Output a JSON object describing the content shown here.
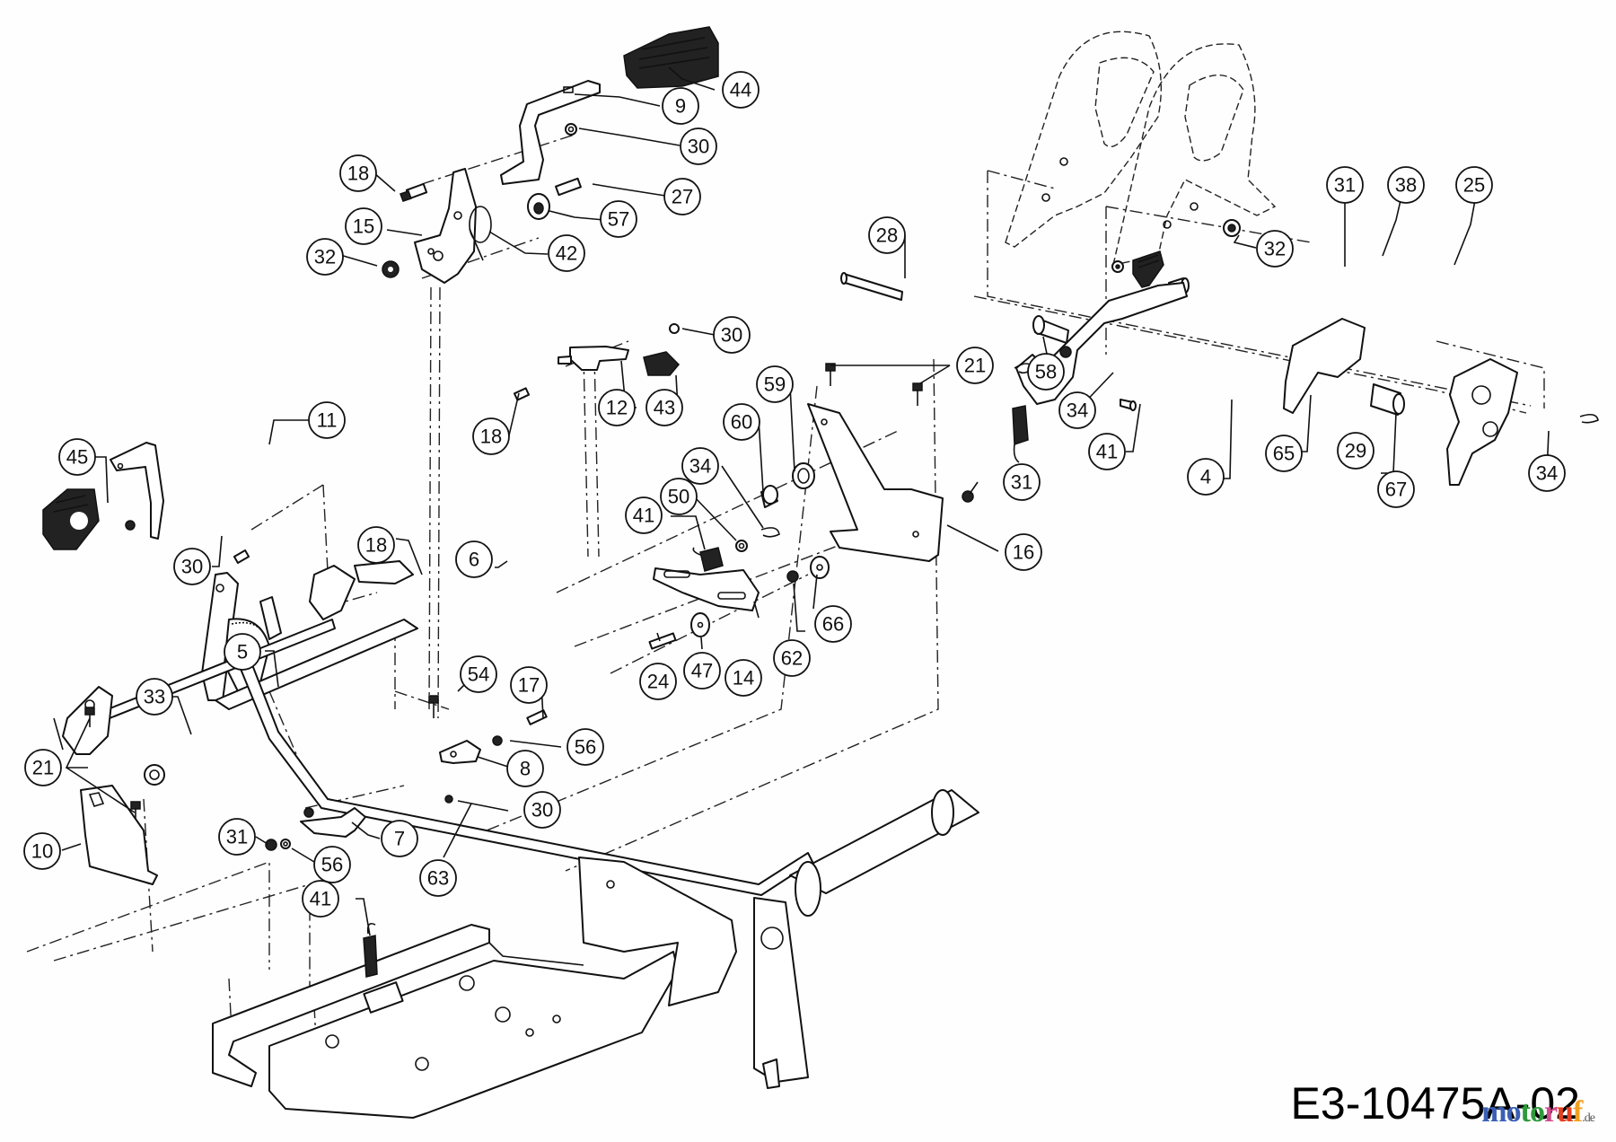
{
  "diagram": {
    "code": "E3-10475A-02",
    "watermark": {
      "letters": [
        {
          "char": "m",
          "color": "#3b5fb5"
        },
        {
          "char": "o",
          "color": "#3b5fb5"
        },
        {
          "char": "t",
          "color": "#2e9a3a"
        },
        {
          "char": "o",
          "color": "#2e9a3a"
        },
        {
          "char": "r",
          "color": "#d24a8c"
        },
        {
          "char": "u",
          "color": "#e5401e"
        },
        {
          "char": "f",
          "color": "#f0a020"
        }
      ],
      "suffix": ".de"
    },
    "callouts": [
      {
        "label": "44",
        "part": "pedal-pad-large-top"
      },
      {
        "label": "9",
        "part": "pedal-arm-top"
      },
      {
        "label": "30",
        "part": "washer-top"
      },
      {
        "label": "18",
        "part": "bolt-top-left"
      },
      {
        "label": "27",
        "part": "shoulder-bolt"
      },
      {
        "label": "57",
        "part": "bushing-flanged"
      },
      {
        "label": "15",
        "part": "pedal-bracket"
      },
      {
        "label": "42",
        "part": "torsion-spring"
      },
      {
        "label": "32",
        "part": "nut-top-left"
      },
      {
        "label": "28",
        "part": "long-pin"
      },
      {
        "label": "32",
        "part": "nut-right-bracket"
      },
      {
        "label": "31",
        "part": "nut-small-right"
      },
      {
        "label": "38",
        "part": "pedal-pad-small"
      },
      {
        "label": "25",
        "part": "rivet"
      },
      {
        "label": "30",
        "part": "washer-mid"
      },
      {
        "label": "12",
        "part": "lever-bracket"
      },
      {
        "label": "43",
        "part": "pedal-pad-medium"
      },
      {
        "label": "18",
        "part": "bolt-mid"
      },
      {
        "label": "21",
        "part": "screws-right-bracket"
      },
      {
        "label": "58",
        "part": "pivot-pin"
      },
      {
        "label": "34",
        "part": "hairpin-clip-right"
      },
      {
        "label": "41",
        "part": "spring-right"
      },
      {
        "label": "4",
        "part": "lever-arm-right"
      },
      {
        "label": "65",
        "part": "latch-lever"
      },
      {
        "label": "29",
        "part": "pin-small"
      },
      {
        "label": "67",
        "part": "spacer-tube"
      },
      {
        "label": "34",
        "part": "hairpin-clip-far-right"
      },
      {
        "label": "11",
        "part": "pedal-arm-left"
      },
      {
        "label": "45",
        "part": "pedal-pad-large-left"
      },
      {
        "label": "59",
        "part": "flanged-bushing"
      },
      {
        "label": "60",
        "part": "bushing"
      },
      {
        "label": "31",
        "part": "nut-bracket-16"
      },
      {
        "label": "16",
        "part": "mounting-bracket"
      },
      {
        "label": "34",
        "part": "hairpin-clip-mid"
      },
      {
        "label": "41",
        "part": "spring-mid"
      },
      {
        "label": "50",
        "part": "washer-spring"
      },
      {
        "label": "30",
        "part": "washer-left"
      },
      {
        "label": "18",
        "part": "bolt-left"
      },
      {
        "label": "6",
        "part": "pedal-shaft"
      },
      {
        "label": "14",
        "part": "slotted-link"
      },
      {
        "label": "62",
        "part": "nut-link"
      },
      {
        "label": "66",
        "part": "spacer-washer"
      },
      {
        "label": "24",
        "part": "bolt-link"
      },
      {
        "label": "47",
        "part": "washer-large"
      },
      {
        "label": "5",
        "part": "cross-shaft"
      },
      {
        "label": "54",
        "part": "bolt-54"
      },
      {
        "label": "17",
        "part": "bolt-17"
      },
      {
        "label": "33",
        "part": "cotter-pin"
      },
      {
        "label": "56",
        "part": "washer-56-upper"
      },
      {
        "label": "8",
        "part": "clevis-bracket"
      },
      {
        "label": "21",
        "part": "screws-left-bracket"
      },
      {
        "label": "30",
        "part": "washer-rod"
      },
      {
        "label": "10",
        "part": "side-plate"
      },
      {
        "label": "7",
        "part": "rod-bracket"
      },
      {
        "label": "31",
        "part": "nut-lower-left"
      },
      {
        "label": "56",
        "part": "washer-56-lower"
      },
      {
        "label": "63",
        "part": "control-rod"
      },
      {
        "label": "41",
        "part": "spring-lower"
      }
    ]
  }
}
